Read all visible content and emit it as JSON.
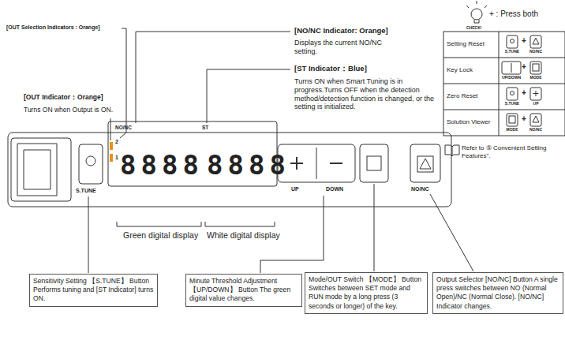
{
  "diagram": {
    "nodes": [
      {
        "text": [
          "Sensitivity Setting 【S.TUNE】 Button Performs tuning and [ST Indicator] turns ON."
        ]
      },
      {
        "text": [
          "Minute Threshold Adjustment 【UP/DOWN】 Button The green digital value changes."
        ]
      },
      {
        "text": [
          "Mode/OUT Switch 【MODE】 Button Switches between SET mode and RUN mode by a long press (3 seconds or longer) of the key."
        ]
      },
      {
        "text": [
          "Output Selector [NO/NC] Button A single press switches between NO (Normal Open)/NC (Normal Close). [NO/NC] Indicator changes."
        ]
      }
    ],
    "labels": [
      "[OUT Selection Indicators : Orange]",
      "[NO/NC Indicator: Orange]",
      "Displays the current NO/NC setting.",
      "[ST Indicator：Blue]",
      "Turns ON when Smart Tuning is in progress.Turns OFF when the detection method/detection function is changed, or the setting is initialized.",
      "[OUT Indicator：Orange]",
      "Turns ON when Output is ON.",
      "2",
      "1",
      "NO/NC",
      "ST",
      "8888",
      "8888",
      "S.TUNE",
      "UP",
      "DOWN",
      "NO/NC",
      "Green digital display",
      "White digital display",
      "CHECK!",
      "+ : Press both",
      "Setting Reset",
      "S.TUNE",
      "+",
      "NO/NC",
      "Key Lock",
      "UP/DOWN",
      "+",
      "MODE",
      "Zero Reset",
      "S.TUNE",
      "+",
      "UP",
      "Solution Viewer",
      "MODE",
      "+",
      "NO/NC",
      "Refer to ⑤ Convenient Setting Features\"."
    ]
  }
}
